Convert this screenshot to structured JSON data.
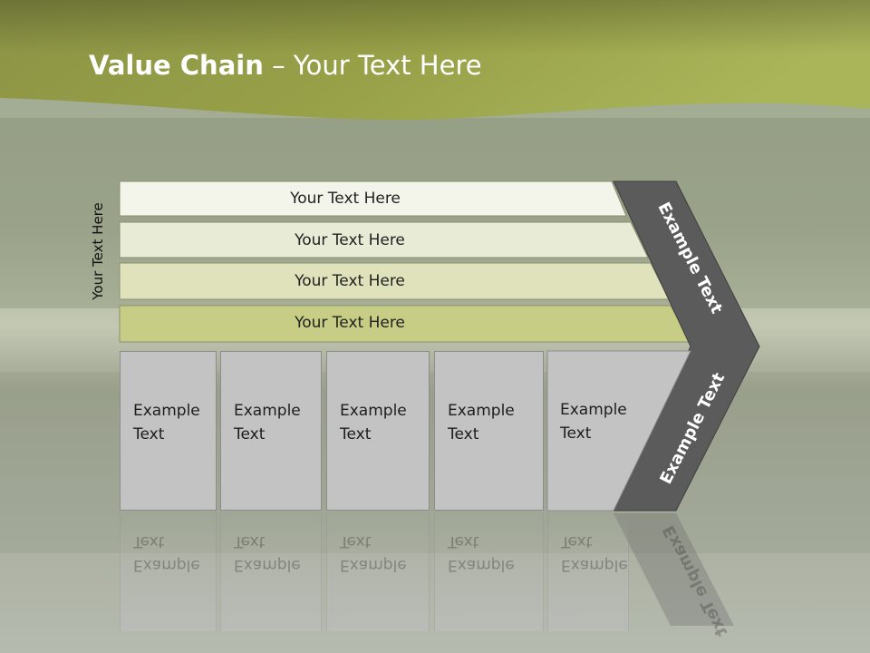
{
  "title": {
    "bold": "Value Chain",
    "rest": " – Your Text Here"
  },
  "side_label": "Your Text Here",
  "bars": [
    {
      "label": "Your Text Here",
      "color": "#f3f5ea"
    },
    {
      "label": "Your Text Here",
      "color": "#e8ebd6"
    },
    {
      "label": "Your Text Here",
      "color": "#dfe2ba"
    },
    {
      "label": "Your Text Here",
      "color": "#c8cd85"
    }
  ],
  "boxes": [
    {
      "line1": "Example",
      "line2": "Text"
    },
    {
      "line1": "Example",
      "line2": "Text"
    },
    {
      "line1": "Example",
      "line2": "Text"
    },
    {
      "line1": "Example",
      "line2": "Text"
    },
    {
      "line1": "Example",
      "line2": "Text"
    }
  ],
  "chevron": {
    "upper_text": "Example Text",
    "lower_text": "Example Text",
    "color": "#5b5b5b"
  },
  "colors": {
    "header": "#8f9a3c",
    "accent": "#a8b04e"
  }
}
